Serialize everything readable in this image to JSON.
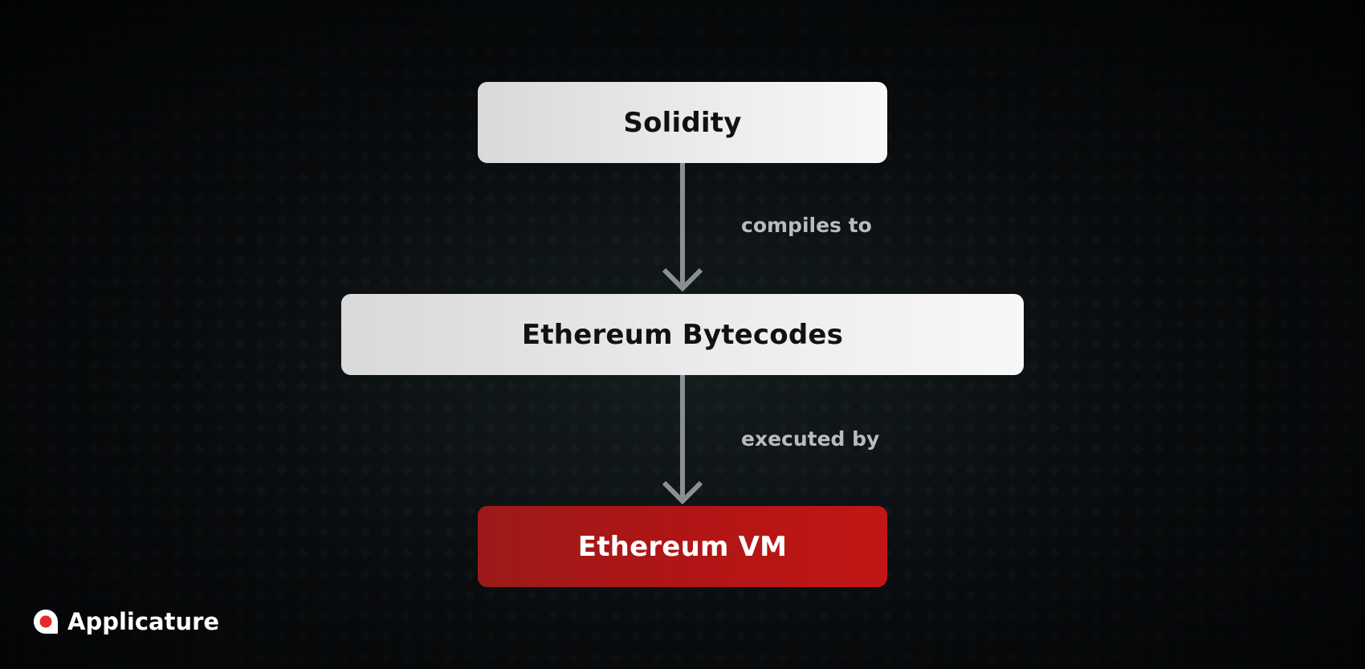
{
  "diagram": {
    "nodes": [
      {
        "id": "solidity",
        "label": "Solidity"
      },
      {
        "id": "bytecodes",
        "label": "Ethereum Bytecodes"
      },
      {
        "id": "evm",
        "label": "Ethereum VM"
      }
    ],
    "edges": [
      {
        "from": "solidity",
        "to": "bytecodes",
        "label": "compiles to"
      },
      {
        "from": "bytecodes",
        "to": "evm",
        "label": "executed by"
      }
    ]
  },
  "brand": {
    "name": "Applicature",
    "logo_icon": "applicature-logo-icon"
  },
  "colors": {
    "background": "#000000",
    "node_light": "#ececec",
    "node_accent": "#b31515",
    "arrow": "#8a8f93",
    "edge_label": "#b8bcc0",
    "logo_accent": "#e32b2b"
  }
}
